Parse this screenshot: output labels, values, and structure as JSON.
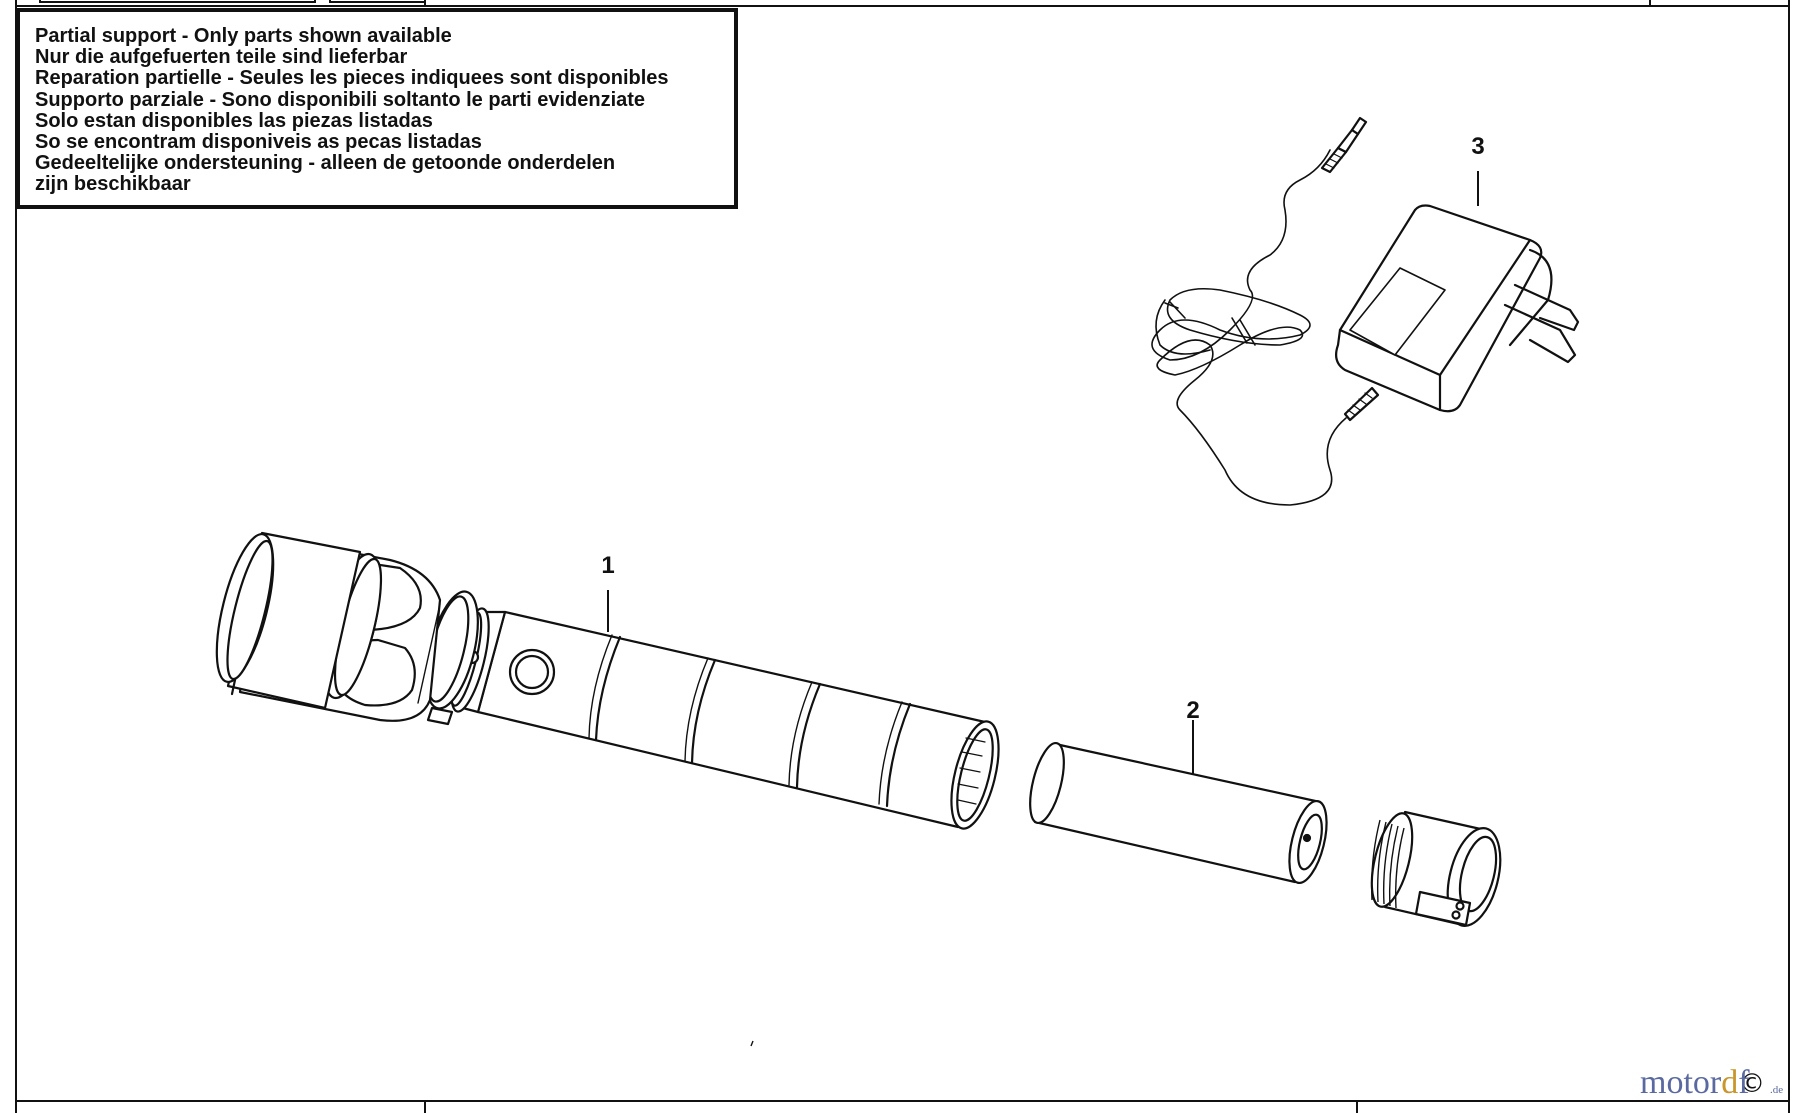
{
  "notice": {
    "lines": [
      "Partial support - Only parts shown available",
      "Nur die aufgefuerten teile sind lieferbar",
      "Reparation partielle - Seules les pieces indiquees sont disponibles",
      "Supporto parziale - Sono disponibili soltanto le parti evidenziate",
      "Solo estan disponibles las piezas listadas",
      "So se encontram disponiveis as pecas listadas",
      "Gedeeltelijke ondersteuning - alleen de getoonde onderdelen",
      "zijn beschikbaar"
    ]
  },
  "parts": [
    {
      "number": "1",
      "name": "flashlight-body"
    },
    {
      "number": "2",
      "name": "battery-pack"
    },
    {
      "number": "3",
      "name": "charger-adapter"
    }
  ],
  "copyright_symbol": "©",
  "watermark": {
    "main": "motor",
    "accent": "d",
    "rest": "f",
    "tld": ".de"
  },
  "colors": {
    "line": "#111111",
    "watermark": "#5a6aa0",
    "watermark_accent": "#c8962a"
  }
}
